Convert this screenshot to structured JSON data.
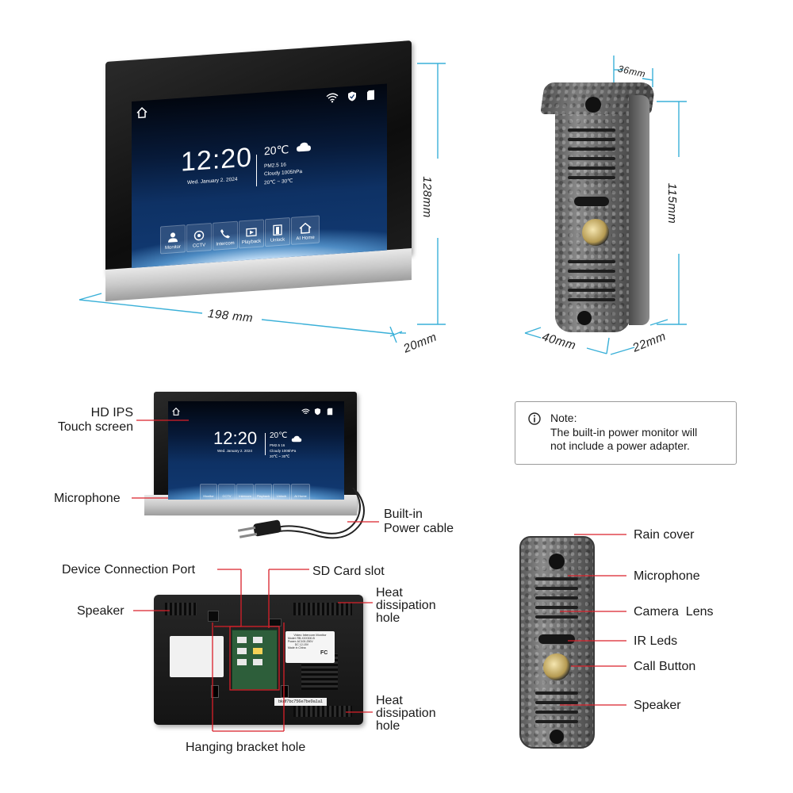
{
  "dimensions": {
    "monitor_height": "128mm",
    "monitor_width": "198 mm",
    "monitor_depth": "20mm",
    "station_top_width": "36mm",
    "station_height": "115mm",
    "station_width": "40mm",
    "station_depth": "22mm"
  },
  "screen": {
    "time": "12:20",
    "date": "Wed. January 2. 2024",
    "temperature": "20℃",
    "pm": "PM2.5  16",
    "weather": "Cloudy 1005hPa",
    "temp_range": "20℃ ~ 30℃",
    "apps": [
      "Monitor",
      "CCTV",
      "Intercom",
      "Playback",
      "Unlock",
      "AI Home"
    ]
  },
  "monitor_callouts": {
    "screen": "HD IPS\nTouch screen",
    "microphone": "Microphone",
    "power_cable": "Built-in\nPower cable"
  },
  "note": {
    "title": "Note:",
    "text": "The built-in power monitor will\nnot include a power adapter."
  },
  "back_callouts": {
    "connection_port": "Device Connection Port",
    "sd_card": "SD Card slot",
    "speaker": "Speaker",
    "heat_top": "Heat\ndissipation\nhole",
    "heat_bottom": "Heat\ndissipation\nhole",
    "bracket": "Hanging bracket hole"
  },
  "back_sticker": {
    "title": "Video Intercom Monitor",
    "lines": [
      "Model:  RB-XXX300-B",
      "Power:  AC100-250V",
      "         DC 12-15V",
      "Made in China"
    ],
    "fcc": "FC",
    "serial": "bkdf7bc756e7be9a1a1"
  },
  "station_callouts": {
    "rain_cover": "Rain cover",
    "microphone": "Microphone",
    "camera": "Camera  Lens",
    "ir": "IR Leds",
    "call": "Call Button",
    "speaker": "Speaker"
  },
  "colors": {
    "dimension_line": "#3ab0d8",
    "callout_line": "#d9202a",
    "screen_bg": "#0e3164",
    "station_metal": "#7a7a7a"
  }
}
